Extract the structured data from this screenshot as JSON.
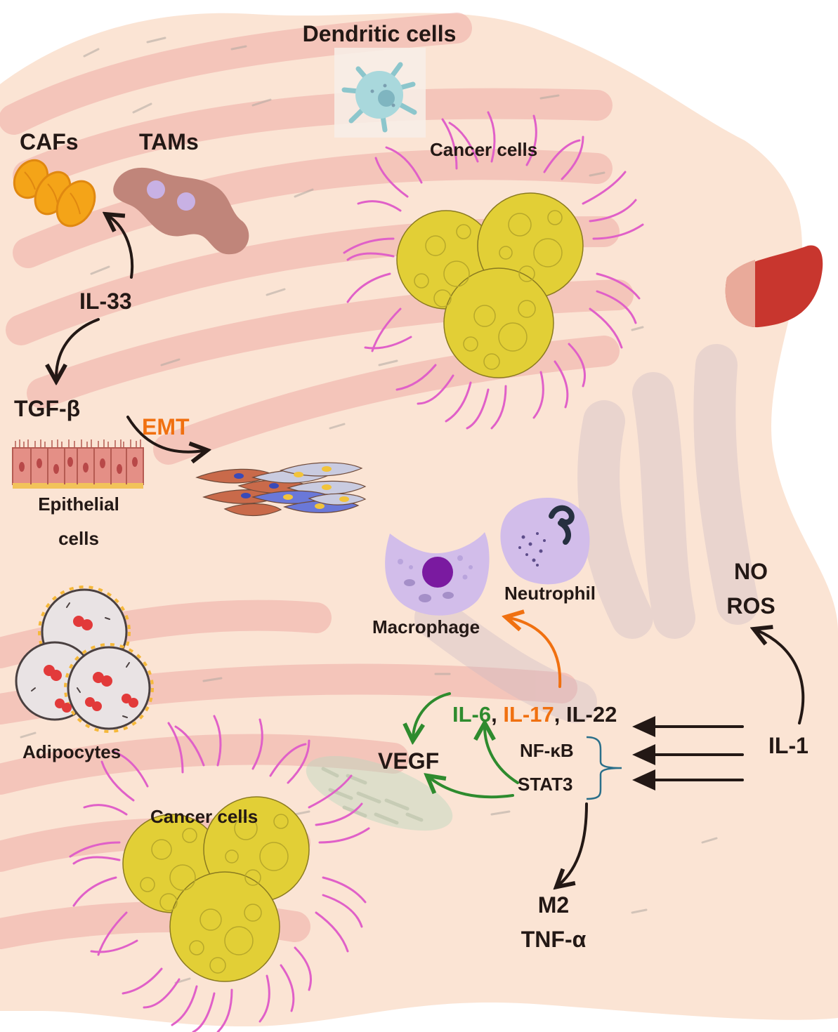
{
  "colors": {
    "background": "#fbe4d4",
    "stripes": "#f2b8b0",
    "cancer_cell": "#e2cf36",
    "cancer_spike": "#e060c8",
    "arrow_black": "#231815",
    "arrow_orange": "#f07010",
    "arrow_green": "#2e8b2e",
    "bracket": "#2a6f8a",
    "text_orange": "#f07010",
    "text_green": "#2e8b2e"
  },
  "icons": [
    "dendritic-cell-icon",
    "caf-icon",
    "tam-icon",
    "cancer-cell-cluster-icon",
    "red-blood-cell-icon",
    "epithelial-cells-icon",
    "mesenchymal-cells-icon",
    "macrophage-icon",
    "neutrophil-icon",
    "adipocyte-icon",
    "mitochondrion-icon"
  ],
  "labels": {
    "dendritic": "Dendritic cells",
    "cafs": "CAFs",
    "tams": "TAMs",
    "cancer_top": "Cancer cells",
    "il33": "IL-33",
    "tgfb": "TGF-β",
    "emt": "EMT",
    "epithelial_1": "Epithelial",
    "epithelial_2": "cells",
    "neutrophil": "Neutrophil",
    "macrophage": "Macrophage",
    "no": "NO",
    "ros": "ROS",
    "adipocytes": "Adipocytes",
    "il6": "IL-6",
    "sep1": ", ",
    "il17": "IL-17",
    "sep2": ", ",
    "il22": "IL-22",
    "nfkb": "NF-κB",
    "stat3": "STAT3",
    "vegf": "VEGF",
    "il1": "IL-1",
    "cancer_bottom": "Cancer cells",
    "m2": "M2",
    "tnfa": "TNF-α"
  }
}
